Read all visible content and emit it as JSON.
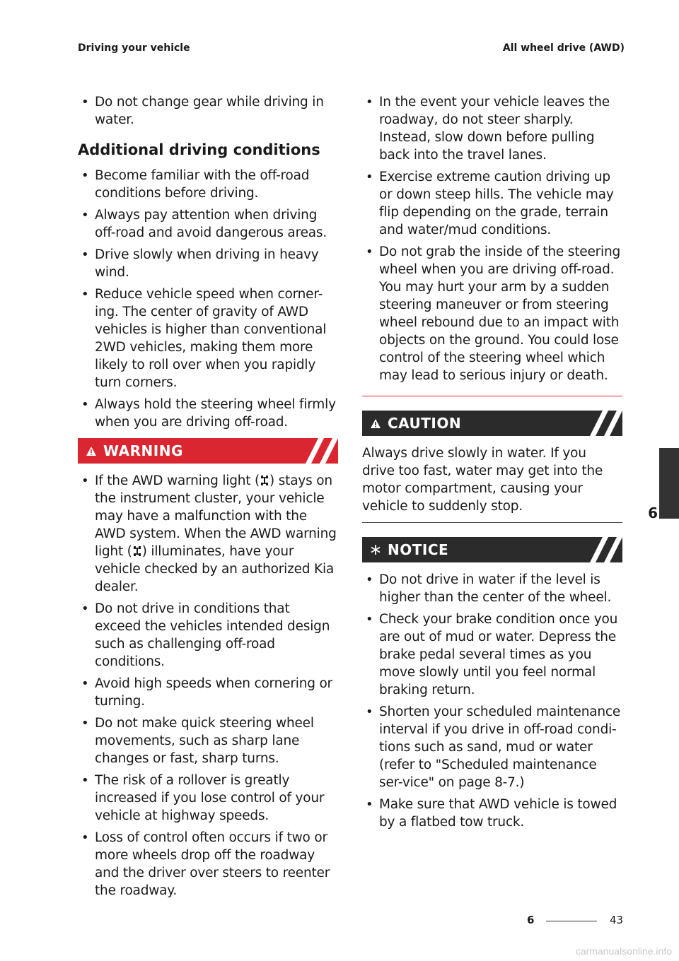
{
  "header": {
    "left": "Driving your vehicle",
    "right": "All wheel drive (AWD)"
  },
  "left_column": {
    "intro_items": [
      "Do not change gear while driving in water."
    ],
    "section_title": "Additional driving conditions",
    "section_items": [
      "Become familiar with the off-road conditions before driving.",
      "Always pay attention when driving off-road and avoid dangerous areas.",
      "Drive slowly when driving in heavy wind.",
      "Reduce vehicle speed when corner-ing. The center of gravity of AWD vehicles is higher than conventional 2WD vehicles, making them more likely to roll over when you rapidly turn corners.",
      "Always hold the steering wheel firmly when you are driving off-road."
    ],
    "warning": {
      "label": "WARNING",
      "item1_part1": "If the AWD warning light (",
      "item1_part2": ") stays on the instrument cluster, your vehicle may have a malfunction with the AWD system. When the AWD warning light (",
      "item1_part3": ") illuminates, have your vehicle checked by an authorized Kia dealer.",
      "items": [
        "Do not drive in conditions that exceed the vehicles intended design such as challenging off-road conditions.",
        "Avoid high speeds when cornering or turning.",
        "Do not make quick steering wheel movements, such as sharp lane changes or fast, sharp turns.",
        "The risk of a rollover is greatly increased if you lose control of your vehicle at highway speeds.",
        "Loss of control often occurs if two or more wheels drop off the roadway and the driver over steers to reenter the roadway."
      ]
    }
  },
  "right_column": {
    "items": [
      "In the event your vehicle leaves the roadway, do not steer sharply. Instead, slow down before pulling back into the travel lanes.",
      "Exercise extreme caution driving up or down steep hills. The vehicle may flip depending on the grade, terrain and water/mud conditions.",
      "Do not grab the inside of the steering wheel when you are driving off-road. You may hurt your arm by a sudden steering maneuver or from steering wheel rebound due to an impact with objects on the ground. You could lose control of the steering wheel which may lead to serious injury or death."
    ],
    "caution": {
      "label": "CAUTION",
      "text": "Always drive slowly in water. If you drive too fast, water may get into the motor compartment, causing your vehicle to suddenly stop."
    },
    "notice": {
      "label": "NOTICE",
      "items": [
        "Do not drive in water if the level is higher than the center of the wheel.",
        "Check your brake condition once you are out of mud or water. Depress the brake pedal several times as you move slowly until you feel normal braking return.",
        "Shorten your scheduled maintenance interval if you drive in off-road condi-tions such as sand, mud or water (refer to \"Scheduled maintenance ser-vice\" on page 8-7.)",
        "Make sure that AWD vehicle is towed by a flatbed tow truck."
      ]
    }
  },
  "side_tab": {
    "chapter": "6"
  },
  "footer": {
    "chapter": "6",
    "page": "43"
  },
  "watermark": "carmanualsonline.info",
  "colors": {
    "warning": "#d92630",
    "dark_banner": "#2b2b2b"
  },
  "icons": {
    "warning": "warning-triangle-icon",
    "notice": "asterisk-icon",
    "awd": "awd-warning-light-icon"
  }
}
